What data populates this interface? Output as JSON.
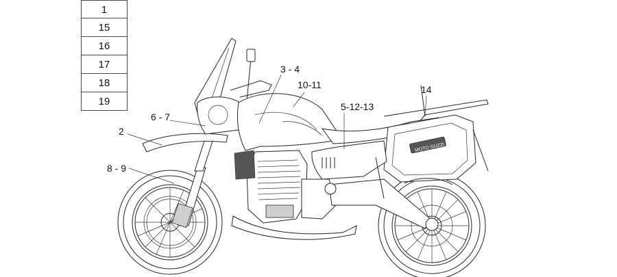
{
  "reference_table": [
    "1",
    "15",
    "16",
    "17",
    "18",
    "19"
  ],
  "callouts": {
    "c2": "2",
    "c34": "3 - 4",
    "c67": "6 - 7",
    "c89": "8 - 9",
    "c1011": "10-11",
    "c51213": "5-12-13",
    "c14": "14"
  },
  "decal_text": "MOTO GUZZI"
}
